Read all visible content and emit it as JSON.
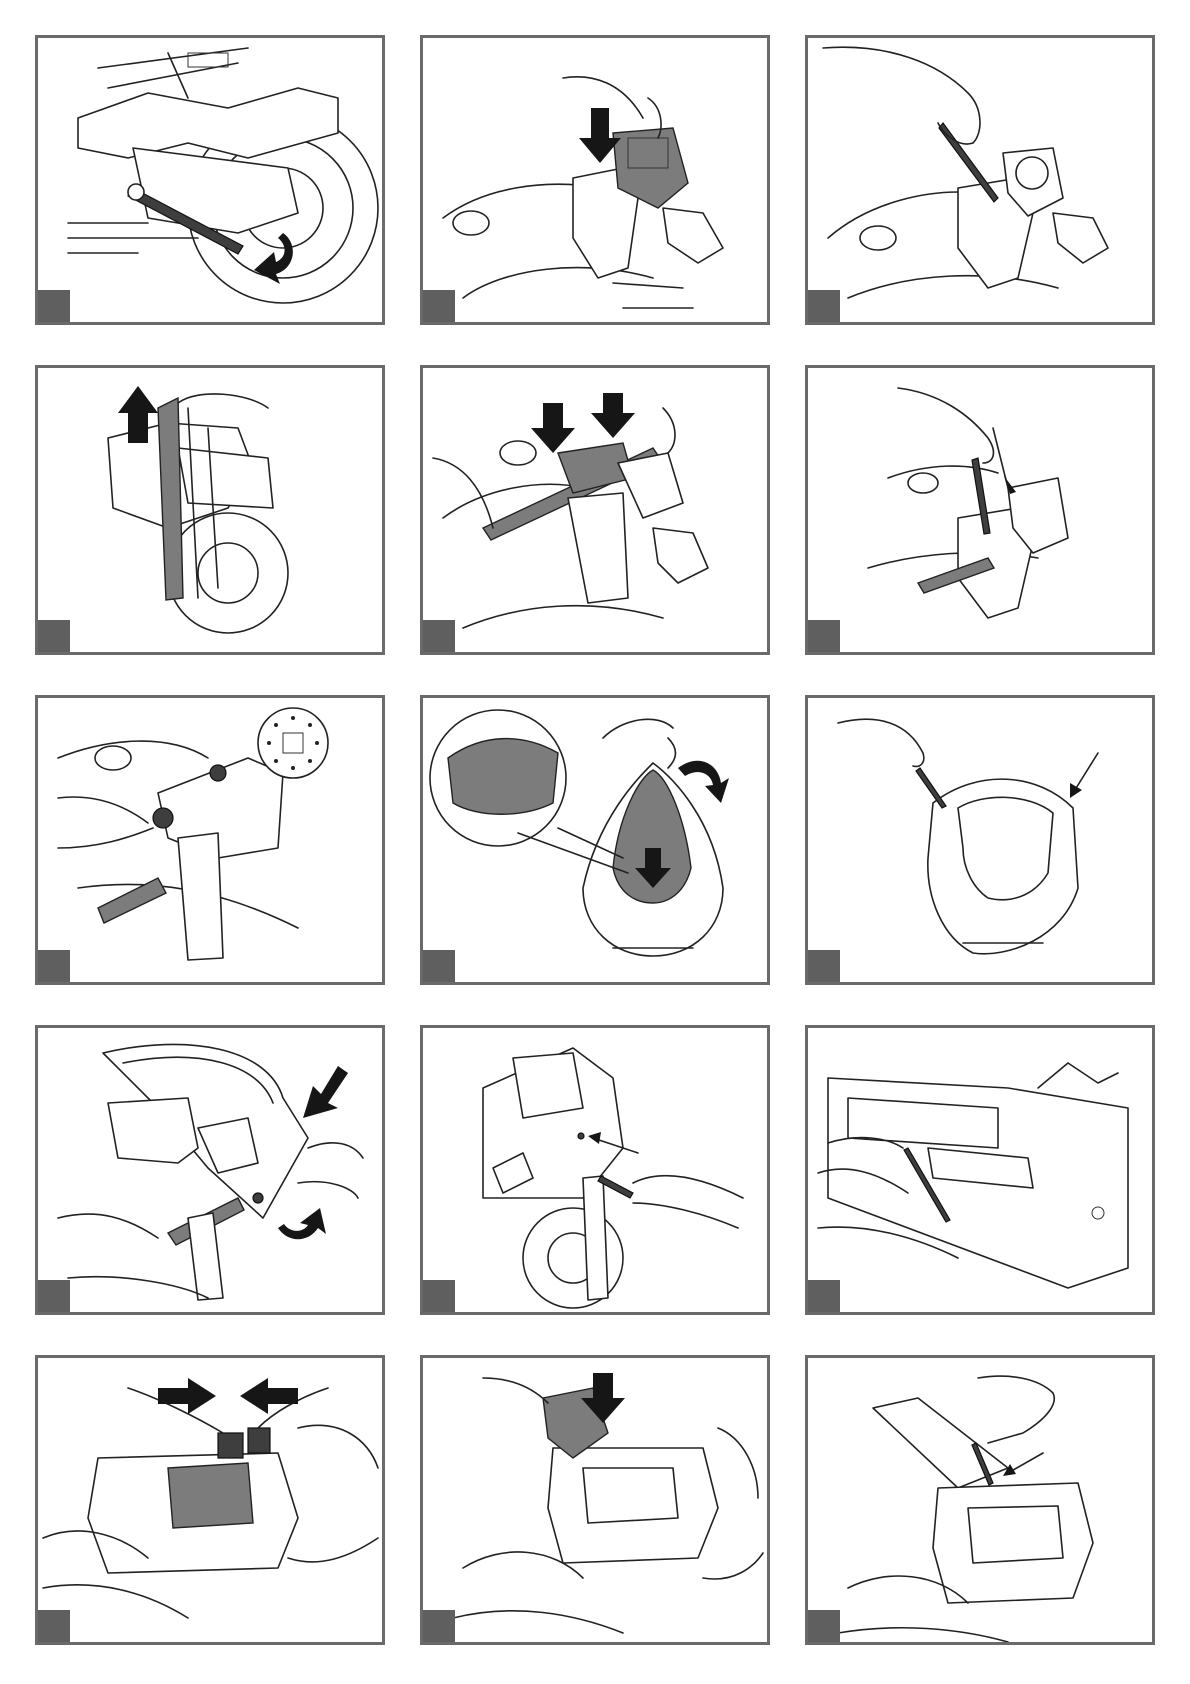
{
  "page": {
    "title": "",
    "panels": [
      {
        "icon": "exhaust-spanner-illustration"
      },
      {
        "icon": "instrument-panel-lowered-illustration"
      },
      {
        "icon": "screwdriver-instrument-illustration"
      },
      {
        "icon": "fork-lift-up-illustration"
      },
      {
        "icon": "handlebar-press-down-illustration"
      },
      {
        "icon": "screwdriver-fork-top-illustration"
      },
      {
        "icon": "steering-nut-detail-illustration"
      },
      {
        "icon": "windscreen-fit-detail-illustration"
      },
      {
        "icon": "windscreen-screwdriver-illustration"
      },
      {
        "icon": "fairing-fit-illustration"
      },
      {
        "icon": "fairing-screw-side-illustration"
      },
      {
        "icon": "side-panel-screwdriver-illustration"
      },
      {
        "icon": "connector-join-illustration"
      },
      {
        "icon": "battery-cover-press-illustration"
      },
      {
        "icon": "rear-screwdriver-illustration"
      }
    ],
    "colors": {
      "frame": "#6a6a6a",
      "step_tab": "#5f5f5f",
      "part_fill": "#7c7c7c",
      "ink": "#222222"
    }
  }
}
